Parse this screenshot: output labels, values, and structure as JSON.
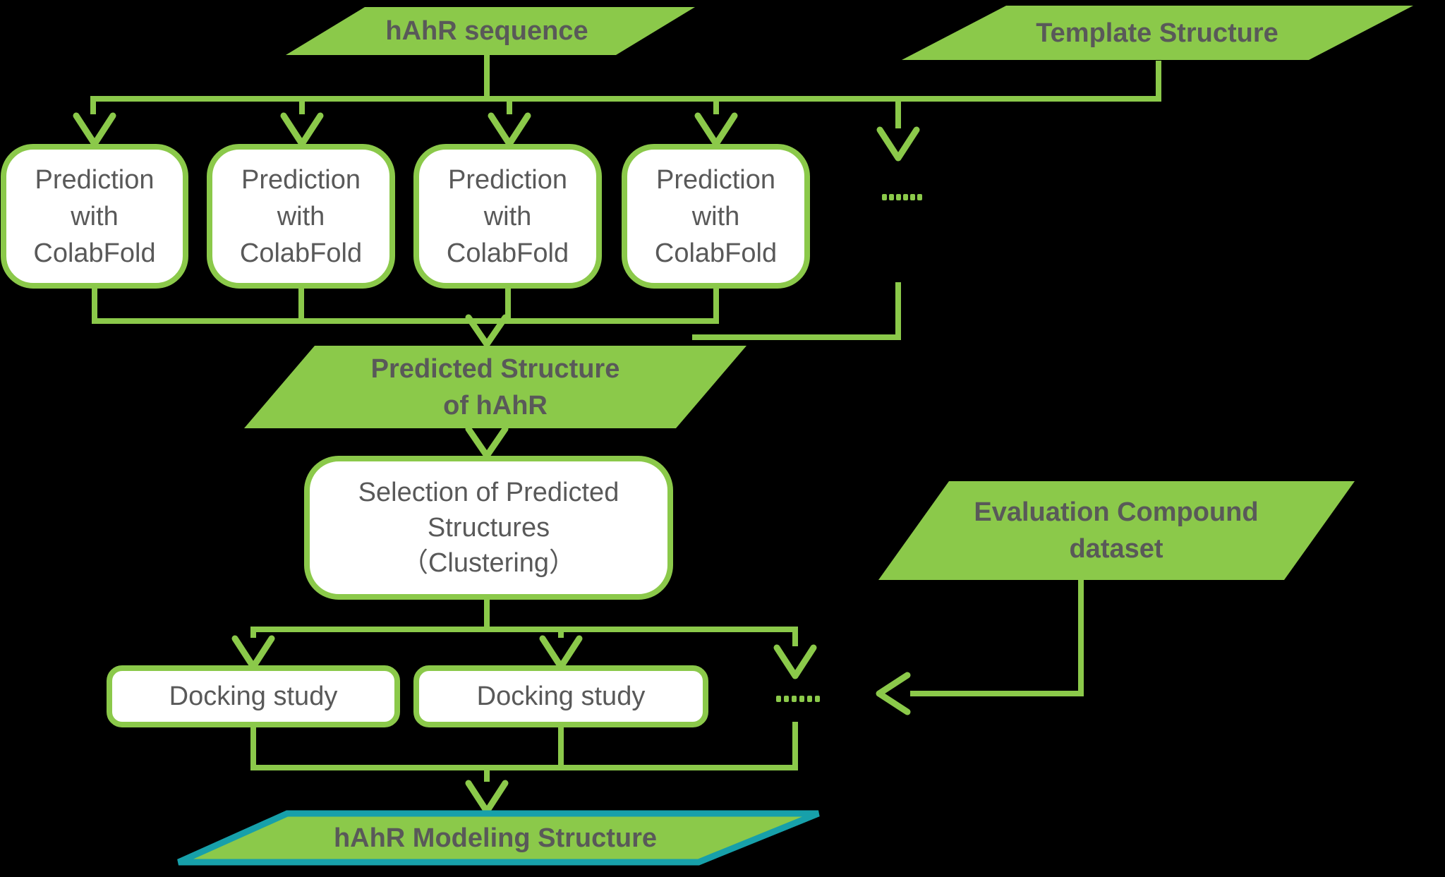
{
  "colors": {
    "background": "#000000",
    "green": "#8BC94A",
    "teal": "#17A0AA",
    "text_gray": "#595959",
    "box_fill": "#FFFFFF"
  },
  "nodes": {
    "hahr_sequence": {
      "label": "hAhR sequence"
    },
    "template_structure": {
      "label": "Template Structure"
    },
    "prediction_boxes": [
      {
        "lines": [
          "Prediction",
          "with",
          "ColabFold"
        ]
      },
      {
        "lines": [
          "Prediction",
          "with",
          "ColabFold"
        ]
      },
      {
        "lines": [
          "Prediction",
          "with",
          "ColabFold"
        ]
      },
      {
        "lines": [
          "Prediction",
          "with",
          "ColabFold"
        ]
      }
    ],
    "ellipsis_top": "......",
    "predicted_structure": {
      "lines": [
        "Predicted Structure",
        "of hAhR"
      ]
    },
    "selection": {
      "lines": [
        "Selection of Predicted",
        "Structures",
        "（Clustering）"
      ]
    },
    "docking_boxes": [
      {
        "label": "Docking study"
      },
      {
        "label": "Docking study"
      }
    ],
    "ellipsis_bottom": "......",
    "evaluation_dataset": {
      "lines": [
        "Evaluation Compound",
        "dataset"
      ]
    },
    "modeling_structure": {
      "label": "hAhR Modeling Structure"
    }
  }
}
